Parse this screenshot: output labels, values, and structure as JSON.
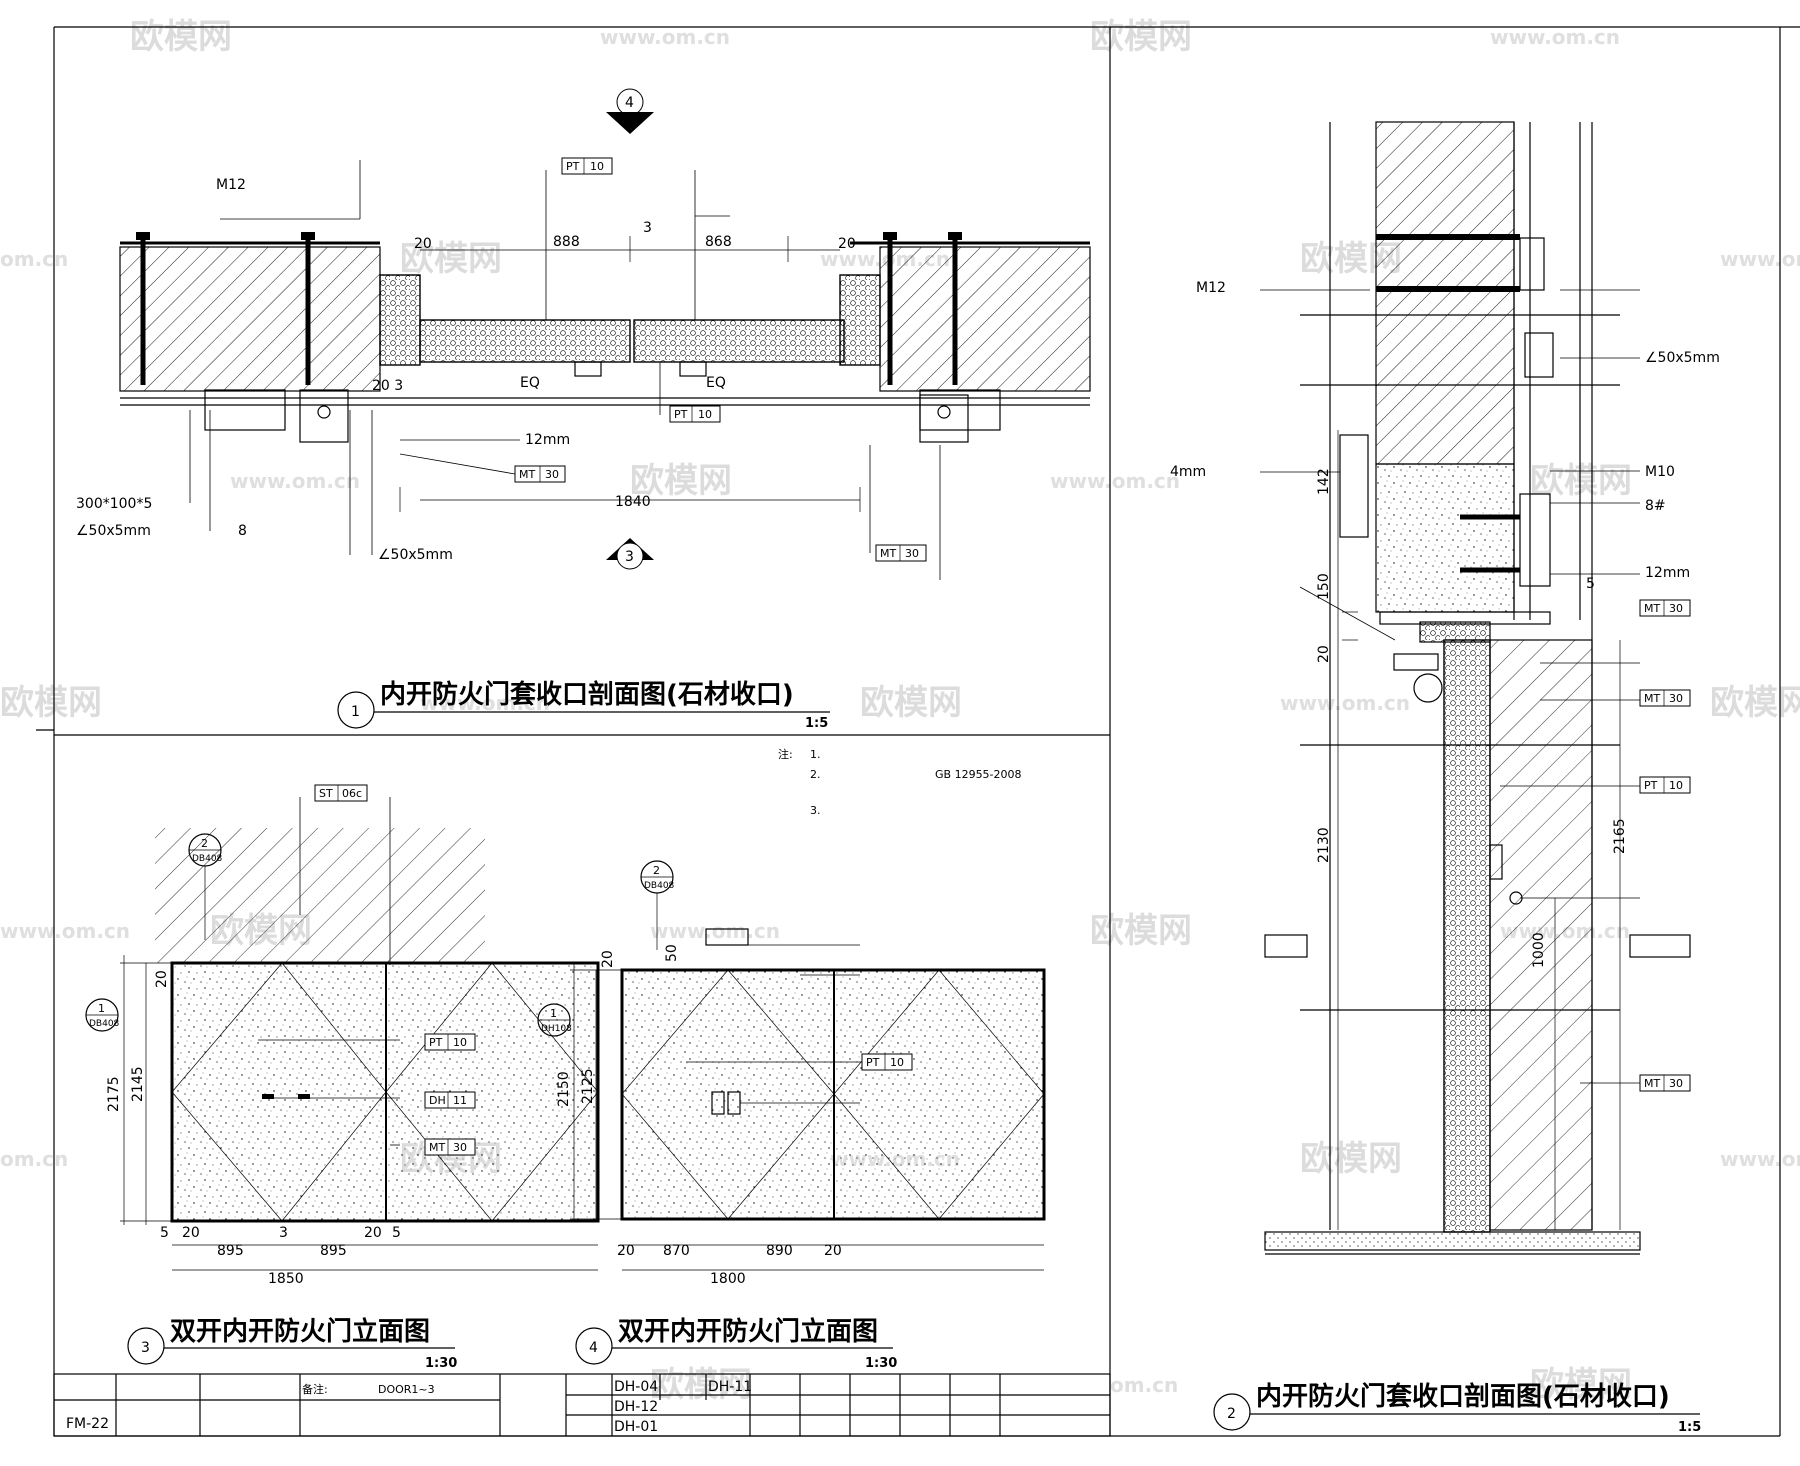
{
  "watermarks": {
    "brand": "欧模网",
    "url": "www.om.cn",
    "url_short": "om.cn"
  },
  "detail1": {
    "number": "1",
    "title": "内开防火门套收口剖面图(石材收口)",
    "scale": "1:5",
    "section_marks": {
      "top": "4",
      "bottom": "3"
    },
    "tags": {
      "pt_top": [
        "PT",
        "10"
      ],
      "pt_mid": [
        "PT",
        "10"
      ],
      "mt_a": [
        "MT",
        "30"
      ],
      "mt_b": [
        "MT",
        "30"
      ]
    },
    "labels": {
      "bolt": "M12",
      "dim_888": "888",
      "dim_868": "868",
      "dim_3": "3",
      "dim_20a": "20",
      "dim_20b": "20",
      "eq1": "EQ",
      "eq2": "EQ",
      "dim_1840": "1840",
      "plywood": "12mm",
      "plate": "300*100*5",
      "angle1": "∠50x5mm",
      "bar8": "8",
      "angle2": "∠50x5mm",
      "dim_203": "20 3"
    }
  },
  "detail2": {
    "number": "2",
    "title": "内开防火门套收口剖面图(石材收口)",
    "scale": "1:5",
    "tags": {
      "mt_a": [
        "MT",
        "30"
      ],
      "mt_b": [
        "MT",
        "30"
      ],
      "pt": [
        "PT",
        "10"
      ],
      "mt_c": [
        "MT",
        "30"
      ]
    },
    "labels": {
      "bolt": "M12",
      "angle": "∠50x5mm",
      "plate": "4mm",
      "bolt2": "M10",
      "bar8": "8#",
      "plywood": "12mm",
      "dim_142": "142",
      "dim_150": "150",
      "dim_20": "20",
      "dim_5": "5",
      "dim_2130": "2130",
      "dim_2165": "2165",
      "dim_1000": "1000"
    }
  },
  "detail3": {
    "number": "3",
    "title": "双开内开防火门立面图",
    "scale": "1:30",
    "tags": {
      "st": [
        "ST",
        "06c"
      ],
      "pt": [
        "PT",
        "10"
      ],
      "dh": [
        "DH",
        "11"
      ],
      "mt": [
        "MT",
        "30"
      ]
    },
    "dims": {
      "top": "20",
      "h1": "2175",
      "h2": "2145",
      "w_left": "895",
      "w_right": "895",
      "w_total": "1850",
      "e1": "5",
      "e2": "20",
      "e3": "3",
      "e4": "20",
      "e5": "5"
    },
    "markers": {
      "section": "2",
      "section_ref": "DB408",
      "side": "1",
      "side_ref": "DB408"
    }
  },
  "detail4": {
    "number": "4",
    "title": "双开内开防火门立面图",
    "scale": "1:30",
    "tags": {
      "pt": [
        "PT",
        "10"
      ]
    },
    "dims": {
      "top": "20",
      "gap": "50",
      "h1": "2150",
      "h2": "2125",
      "w_left": "870",
      "w_right": "890",
      "w_total": "1800",
      "e1": "20",
      "e2": "20"
    },
    "markers": {
      "section": "2",
      "section_ref": "DB408",
      "side": "1",
      "side_ref": "DH108"
    }
  },
  "notes": {
    "header": "注:",
    "lines": [
      "1.",
      "2.",
      "GB 12955-2008",
      "3."
    ]
  },
  "title_block": {
    "code": "FM-22",
    "note": "备注:",
    "door_range": "DOOR1~3",
    "refs": [
      "DH-04",
      "DH-11",
      "DH-12",
      "DH-01"
    ]
  }
}
